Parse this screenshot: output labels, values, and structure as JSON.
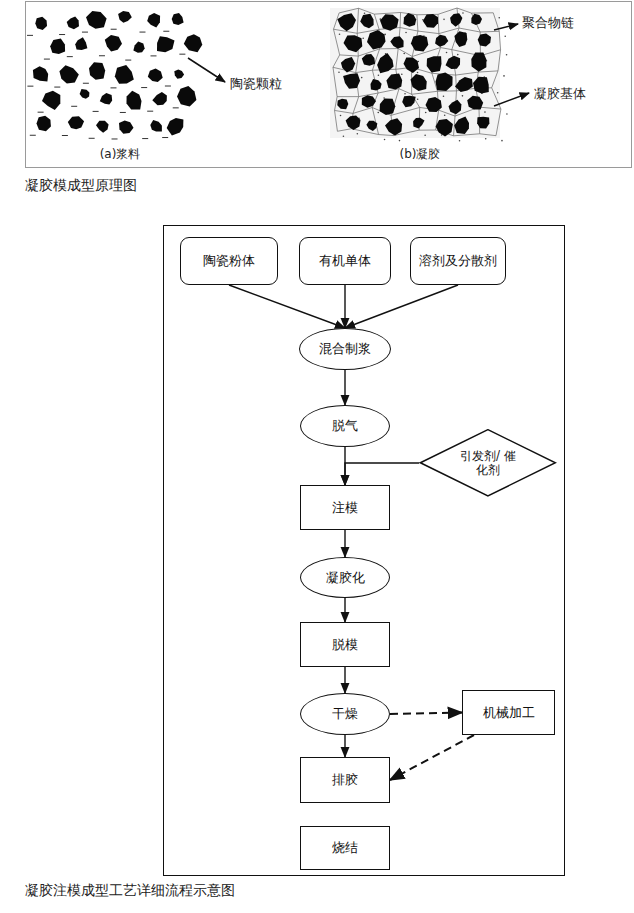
{
  "diagram": {
    "caption": "凝胶注模成型工艺详细流程示意图",
    "nodes": [
      {
        "text": [
          "陶瓷粉体"
        ]
      },
      {
        "text": [
          "有机单体"
        ]
      },
      {
        "text": [
          "溶剂及分散剂"
        ]
      },
      {
        "text": [
          "混合制浆"
        ]
      },
      {
        "text": [
          "脱气"
        ]
      },
      {
        "text": [
          "引发剂/ 催化剂"
        ]
      },
      {
        "text": [
          "注模"
        ]
      },
      {
        "text": [
          "凝胶化"
        ]
      },
      {
        "text": [
          "脱模"
        ]
      },
      {
        "text": [
          "干燥"
        ]
      },
      {
        "text": [
          "机械加工"
        ]
      },
      {
        "text": [
          "排胶"
        ]
      },
      {
        "text": [
          "烧结"
        ]
      }
    ],
    "edges": [
      {
        "from": 0,
        "to": 3,
        "arrow": "to"
      },
      {
        "from": 1,
        "to": 3,
        "arrow": "to"
      },
      {
        "from": 2,
        "to": 3,
        "arrow": "to"
      },
      {
        "from": 3,
        "to": 4,
        "arrow": "to"
      },
      {
        "from": 4,
        "to": 6,
        "arrow": "to"
      },
      {
        "from": 5,
        "to": 6,
        "arrow": "to"
      },
      {
        "from": 6,
        "to": 7,
        "arrow": "to"
      },
      {
        "from": 7,
        "to": 8,
        "arrow": "to"
      },
      {
        "from": 8,
        "to": 9,
        "arrow": "to"
      },
      {
        "from": 9,
        "to": 11,
        "arrow": "to"
      },
      {
        "from": 9,
        "to": 10,
        "arrow": "to"
      },
      {
        "from": 10,
        "to": 11,
        "arrow": "to"
      }
    ],
    "labels": [
      "陶瓷颗粒",
      "(a)浆料",
      "聚合物链",
      "凝胶基体",
      "(b)凝胶",
      "凝胶模成型原理图"
    ]
  }
}
